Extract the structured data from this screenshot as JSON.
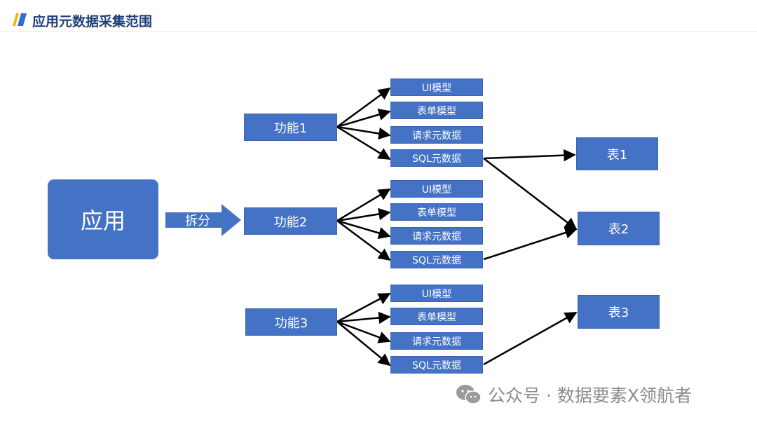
{
  "header": {
    "title": "应用元数据采集范围",
    "colors": {
      "title": "#1f3f7a",
      "logo_yellow": "#f2b705",
      "logo_blue": "#2f6fd1"
    }
  },
  "diagram": {
    "app": "应用",
    "split": "拆分",
    "functions": [
      {
        "label": "功能1",
        "items": [
          "UI模型",
          "表单模型",
          "请求元数据",
          "SQL元数据"
        ]
      },
      {
        "label": "功能2",
        "items": [
          "UI模型",
          "表单模型",
          "请求元数据",
          "SQL元数据"
        ]
      },
      {
        "label": "功能3",
        "items": [
          "UI模型",
          "表单模型",
          "请求元数据",
          "SQL元数据"
        ]
      }
    ],
    "tables": [
      "表1",
      "表2",
      "表3"
    ],
    "box_color": "#4472c4"
  },
  "watermark": {
    "icon": "wechat-icon",
    "text": "公众号 · 数据要素X领航者"
  }
}
